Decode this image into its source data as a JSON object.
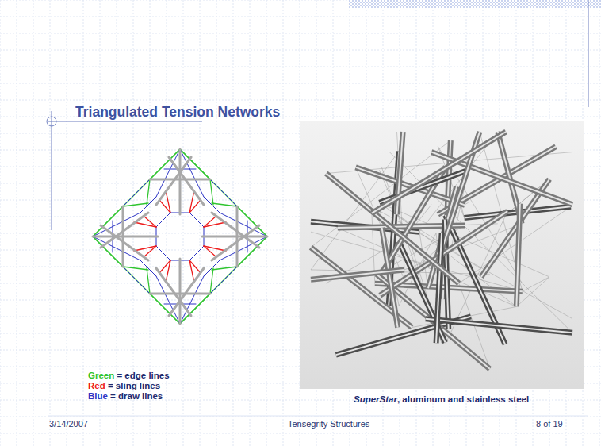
{
  "diagram": {
    "title": "Triangulated Tension Networks",
    "caption": "SuperStar, aluminum and stainless steel",
    "labels": [
      "3/14/2007",
      "Tensegrity Structures",
      "8 of 19"
    ],
    "legend": [
      {
        "text": "Green = edge lines",
        "color": "#2fc42f"
      },
      {
        "text": "Red = sling lines",
        "color": "#ee1c1c"
      },
      {
        "text": "Blue = draw lines",
        "color": "#2b33c4"
      }
    ]
  }
}
